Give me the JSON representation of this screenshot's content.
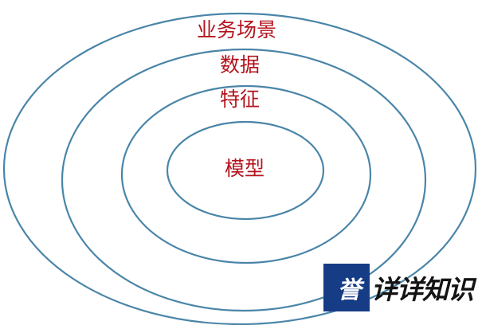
{
  "diagram": {
    "rings": [
      {
        "id": "outer",
        "label": "业务场景"
      },
      {
        "id": "second",
        "label": "数据"
      },
      {
        "id": "third",
        "label": "特征"
      },
      {
        "id": "core",
        "label": "模型"
      }
    ],
    "colors": {
      "ring_stroke": "#4a85a8",
      "label": "#b3141d",
      "background": "#ffffff"
    }
  },
  "watermark": {
    "logo_text": "誉",
    "text": "详详知识",
    "colors": {
      "box": "#163c86",
      "text": "#141414"
    }
  }
}
